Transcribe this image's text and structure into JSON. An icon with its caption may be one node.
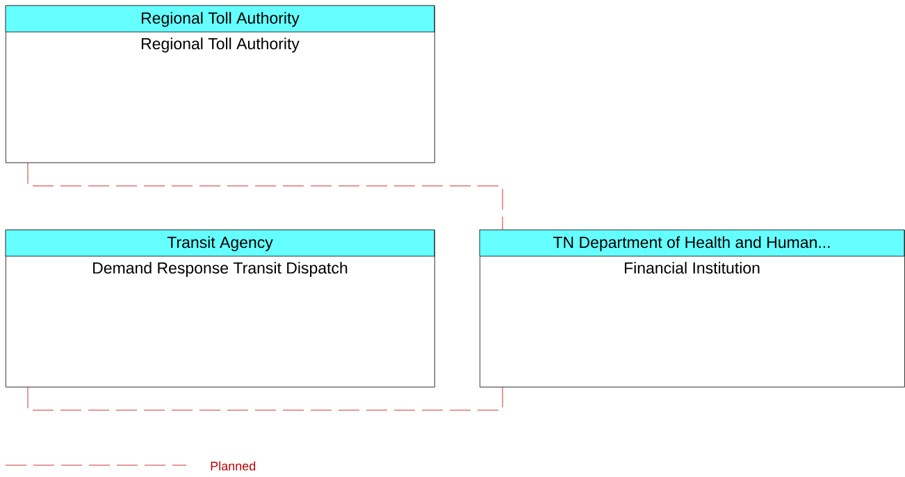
{
  "diagram": {
    "nodes": [
      {
        "text": [
          "Regional Toll Authority",
          "Regional Toll Authority"
        ]
      },
      {
        "text": [
          "Transit Agency",
          "Demand Response Transit Dispatch"
        ]
      },
      {
        "text": [
          "TN Department of Health and Human...",
          "Financial Institution"
        ]
      }
    ],
    "edges": [
      {
        "from": 0,
        "to": 2,
        "arrow": "none",
        "style": "dashed"
      },
      {
        "from": 1,
        "to": 2,
        "arrow": "none",
        "style": "dashed"
      }
    ],
    "legend": [
      {
        "text": "Planned"
      }
    ]
  }
}
